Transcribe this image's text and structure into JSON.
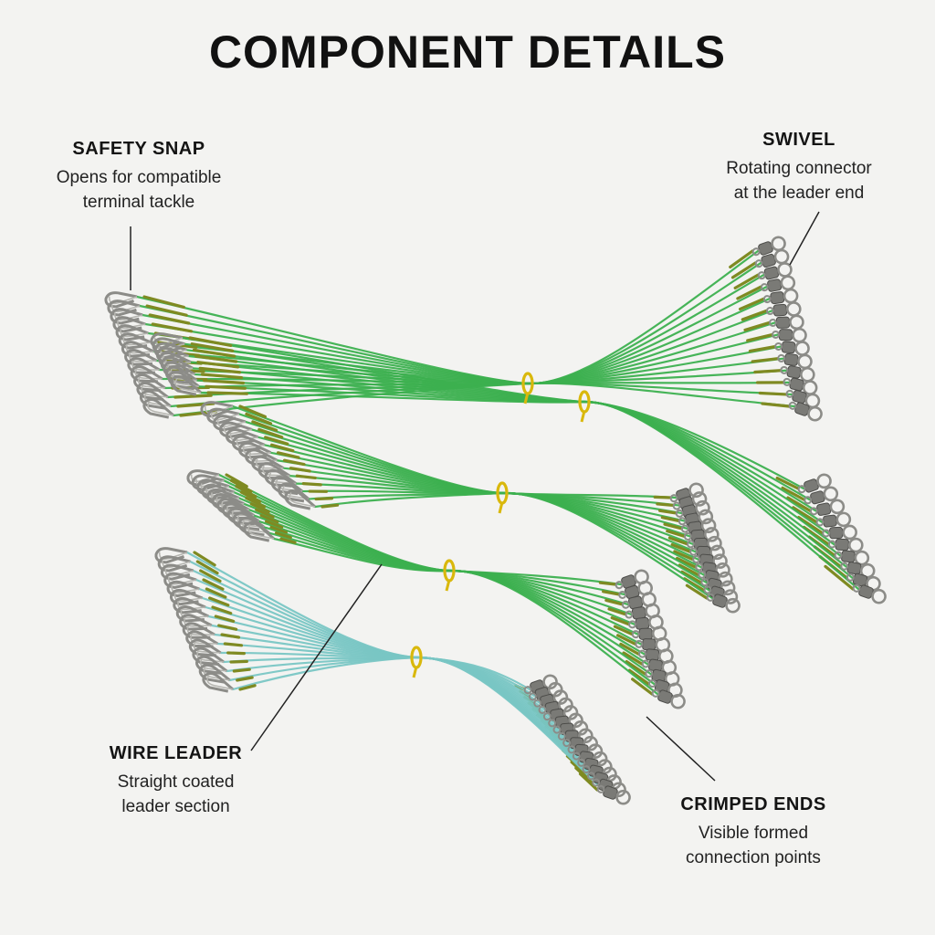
{
  "title": "COMPONENT DETAILS",
  "callouts": {
    "safety_snap": {
      "heading": "SAFETY SNAP",
      "lines": [
        "Opens for compatible",
        "terminal tackle"
      ]
    },
    "swivel": {
      "heading": "SWIVEL",
      "lines": [
        "Rotating connector",
        "at the leader end"
      ]
    },
    "wire_leader": {
      "heading": "WIRE LEADER",
      "lines": [
        "Straight coated",
        "leader section"
      ]
    },
    "crimped_ends": {
      "heading": "CRIMPED ENDS",
      "lines": [
        "Visible formed",
        "connection points"
      ]
    }
  },
  "colors": {
    "background": "#f3f3f1",
    "wire_green": "#3cb04f",
    "wire_teal": "#79c6c4",
    "crimp_olive": "#7f8a22",
    "tie_gold": "#d9b80c",
    "metal": "#8c8c88"
  }
}
